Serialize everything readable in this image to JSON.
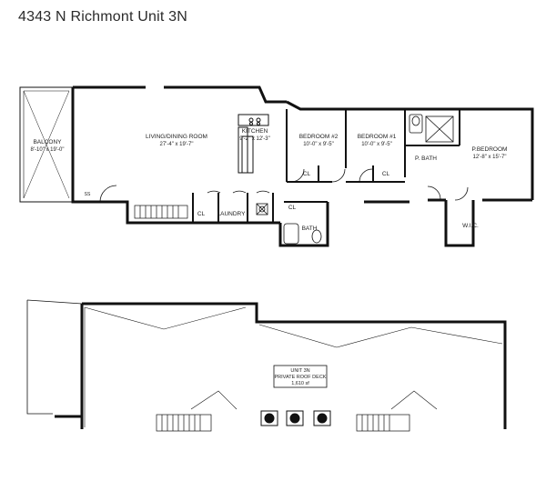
{
  "page": {
    "title": "4343 N Richmont Unit 3N"
  },
  "floor_plan": {
    "rooms": {
      "balcony": {
        "name": "BALCONY",
        "dims": "8'-10\" x 19'-0\""
      },
      "living": {
        "name": "LIVING/DINING ROOM",
        "dims": "27'-4\" x 19'-7\""
      },
      "kitchen": {
        "name": "KITCHEN",
        "dims": "9'-2\" x 12'-3\""
      },
      "bedroom2": {
        "name": "BEDROOM #2",
        "dims": "10'-0\" x 9'-5\""
      },
      "bedroom1": {
        "name": "BEDROOM #1",
        "dims": "10'-0\" x 9'-5\""
      },
      "pbedroom": {
        "name": "P.BEDROOM",
        "dims": "12'-8\" x 15'-7\""
      }
    },
    "small_labels": {
      "cl": "CL",
      "laundry": "LAUNDRY",
      "bath": "BATH",
      "pbath": "P. BATH",
      "wic": "W.I.C.",
      "ss": "SS"
    }
  },
  "roof_plan": {
    "deck": {
      "line1": "UNIT 3N",
      "line2": "PRIVATE ROOF DECK",
      "line3": "1,610 sf"
    }
  }
}
